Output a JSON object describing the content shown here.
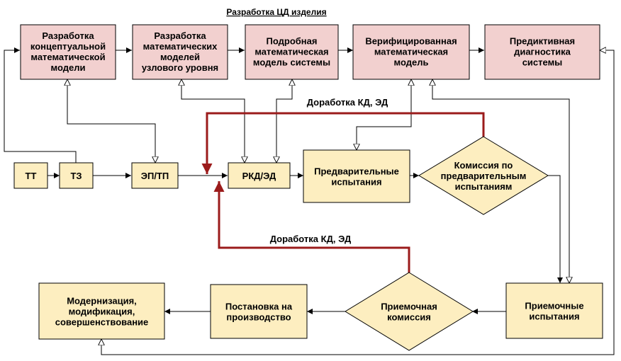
{
  "title": "Разработка ЦД изделия",
  "colors": {
    "model_fill": "#f2d0cf",
    "process_fill": "#fdeec0",
    "stroke": "#000000",
    "feedback": "#9b1b1b"
  },
  "top_models": [
    {
      "id": "m1",
      "lines": [
        "Разработка",
        "концептуальной",
        "математической",
        "модели"
      ]
    },
    {
      "id": "m2",
      "lines": [
        "Разработка",
        "математических",
        "моделей",
        "узлового уровня"
      ]
    },
    {
      "id": "m3",
      "lines": [
        "Подробная",
        "математическая",
        "модель системы"
      ]
    },
    {
      "id": "m4",
      "lines": [
        "Верифицированная",
        "математическая",
        "модель"
      ]
    },
    {
      "id": "m5",
      "lines": [
        "Предиктивная",
        "диагностика",
        "системы"
      ]
    }
  ],
  "process": [
    {
      "id": "tt",
      "lines": [
        "ТТ"
      ]
    },
    {
      "id": "tz",
      "lines": [
        "ТЗ"
      ]
    },
    {
      "id": "ep",
      "lines": [
        "ЭП/ТП"
      ]
    },
    {
      "id": "rkd",
      "lines": [
        "РКД/ЭД"
      ]
    },
    {
      "id": "pred",
      "lines": [
        "Предварительные",
        "испытания"
      ]
    },
    {
      "id": "prin",
      "lines": [
        "Приемочные",
        "испытания"
      ]
    },
    {
      "id": "post",
      "lines": [
        "Постановка на",
        "производство"
      ]
    },
    {
      "id": "mod",
      "lines": [
        "Модернизация,",
        "модификация,",
        "совершенствование"
      ]
    }
  ],
  "decisions": [
    {
      "id": "kom1",
      "lines": [
        "Комиссия по",
        "предварительным",
        "испытаниям"
      ]
    },
    {
      "id": "kom2",
      "lines": [
        "Приемочная",
        "комиссия"
      ]
    }
  ],
  "feedback_labels": [
    {
      "id": "fb1",
      "text": "Доработка КД, ЭД"
    },
    {
      "id": "fb2",
      "text": "Доработка КД, ЭД"
    }
  ]
}
